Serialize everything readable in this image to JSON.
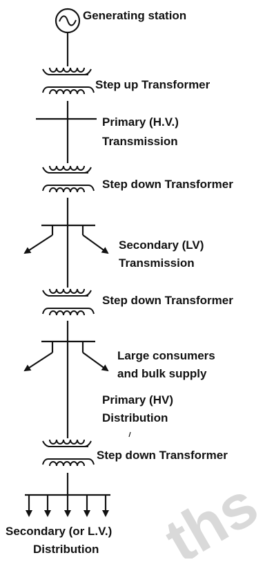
{
  "diagram": {
    "title": "",
    "colors": {
      "line": "#111111",
      "background": "#ffffff",
      "watermark": "#dcdcdc"
    },
    "labels": {
      "generating_station": "Generating station",
      "step_up_transformer": "Step up Transformer",
      "primary_transmission_1": "Primary (H.V.)",
      "primary_transmission_2": "Transmission",
      "step_down_transformer_1": "Step down Transformer",
      "secondary_transmission_1": "Secondary (LV)",
      "secondary_transmission_2": "Transmission",
      "step_down_transformer_2": "Step down Transformer",
      "large_consumers_1": "Large consumers",
      "large_consumers_2": "and bulk supply",
      "primary_distribution_1": "Primary (HV)",
      "primary_distribution_2": "Distribution",
      "step_down_transformer_3": "Step down Transformer",
      "secondary_distribution_1": "Secondary (or L.V.)",
      "secondary_distribution_2": "Distribution"
    },
    "watermark_text": "ths",
    "icons": [
      "ac-generator-icon",
      "transformer-coil-icon",
      "arrow-icon"
    ]
  }
}
